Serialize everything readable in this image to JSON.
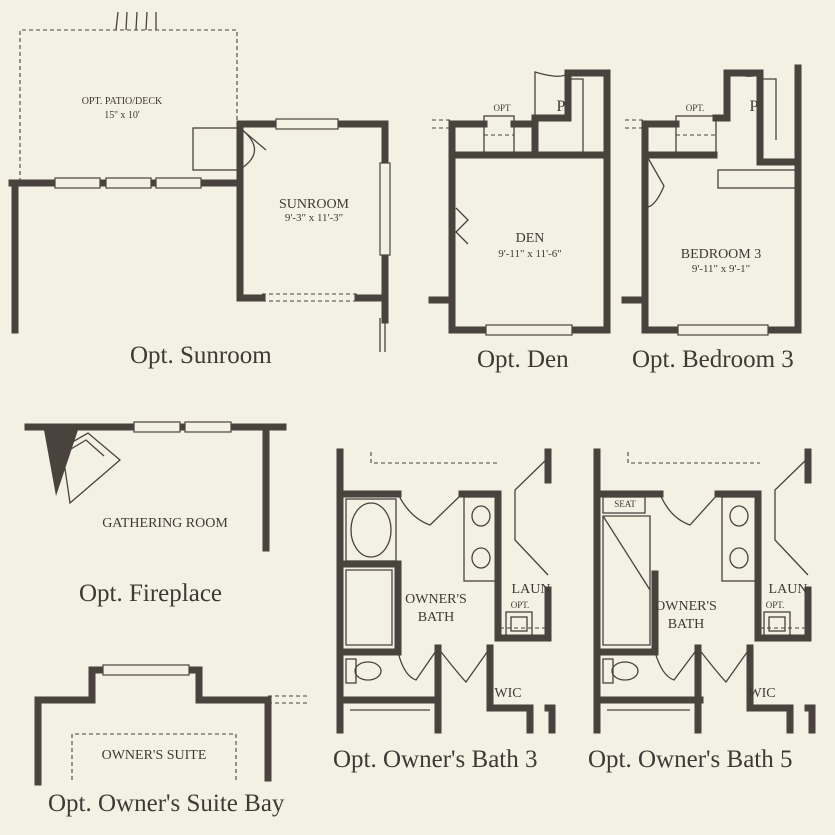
{
  "plans": {
    "sunroom": {
      "caption": "Opt. Sunroom",
      "patio_label": "OPT. PATIO/DECK",
      "patio_dims": "15'' x 10'",
      "room_label": "SUNROOM",
      "room_dims": "9'-3\" x 11'-3\""
    },
    "den": {
      "caption": "Opt. Den",
      "room_label": "DEN",
      "room_dims": "9'-11\" x 11'-6\"",
      "opt_label": "OPT",
      "pantry_label": "P"
    },
    "bedroom3": {
      "caption": "Opt. Bedroom 3",
      "room_label": "BEDROOM 3",
      "room_dims": "9'-11\" x 9'-1\"",
      "opt_label": "OPT.",
      "pantry_label": "P"
    },
    "fireplace": {
      "caption": "Opt. Fireplace",
      "room_label": "GATHERING ROOM"
    },
    "suite_bay": {
      "caption": "Opt. Owner's Suite Bay",
      "room_label": "OWNER'S SUITE"
    },
    "bath3": {
      "caption": "Opt. Owner's Bath 3",
      "bath_label_1": "OWNER'S",
      "bath_label_2": "BATH",
      "laun_label": "LAUN",
      "opt_label": "OPT.",
      "wic_label": "WIC"
    },
    "bath5": {
      "caption": "Opt. Owner's Bath 5",
      "bath_label_1": "OWNER'S",
      "bath_label_2": "BATH",
      "laun_label": "LAUN",
      "opt_label": "OPT.",
      "wic_label": "WIC",
      "seat_label": "SEAT"
    }
  }
}
